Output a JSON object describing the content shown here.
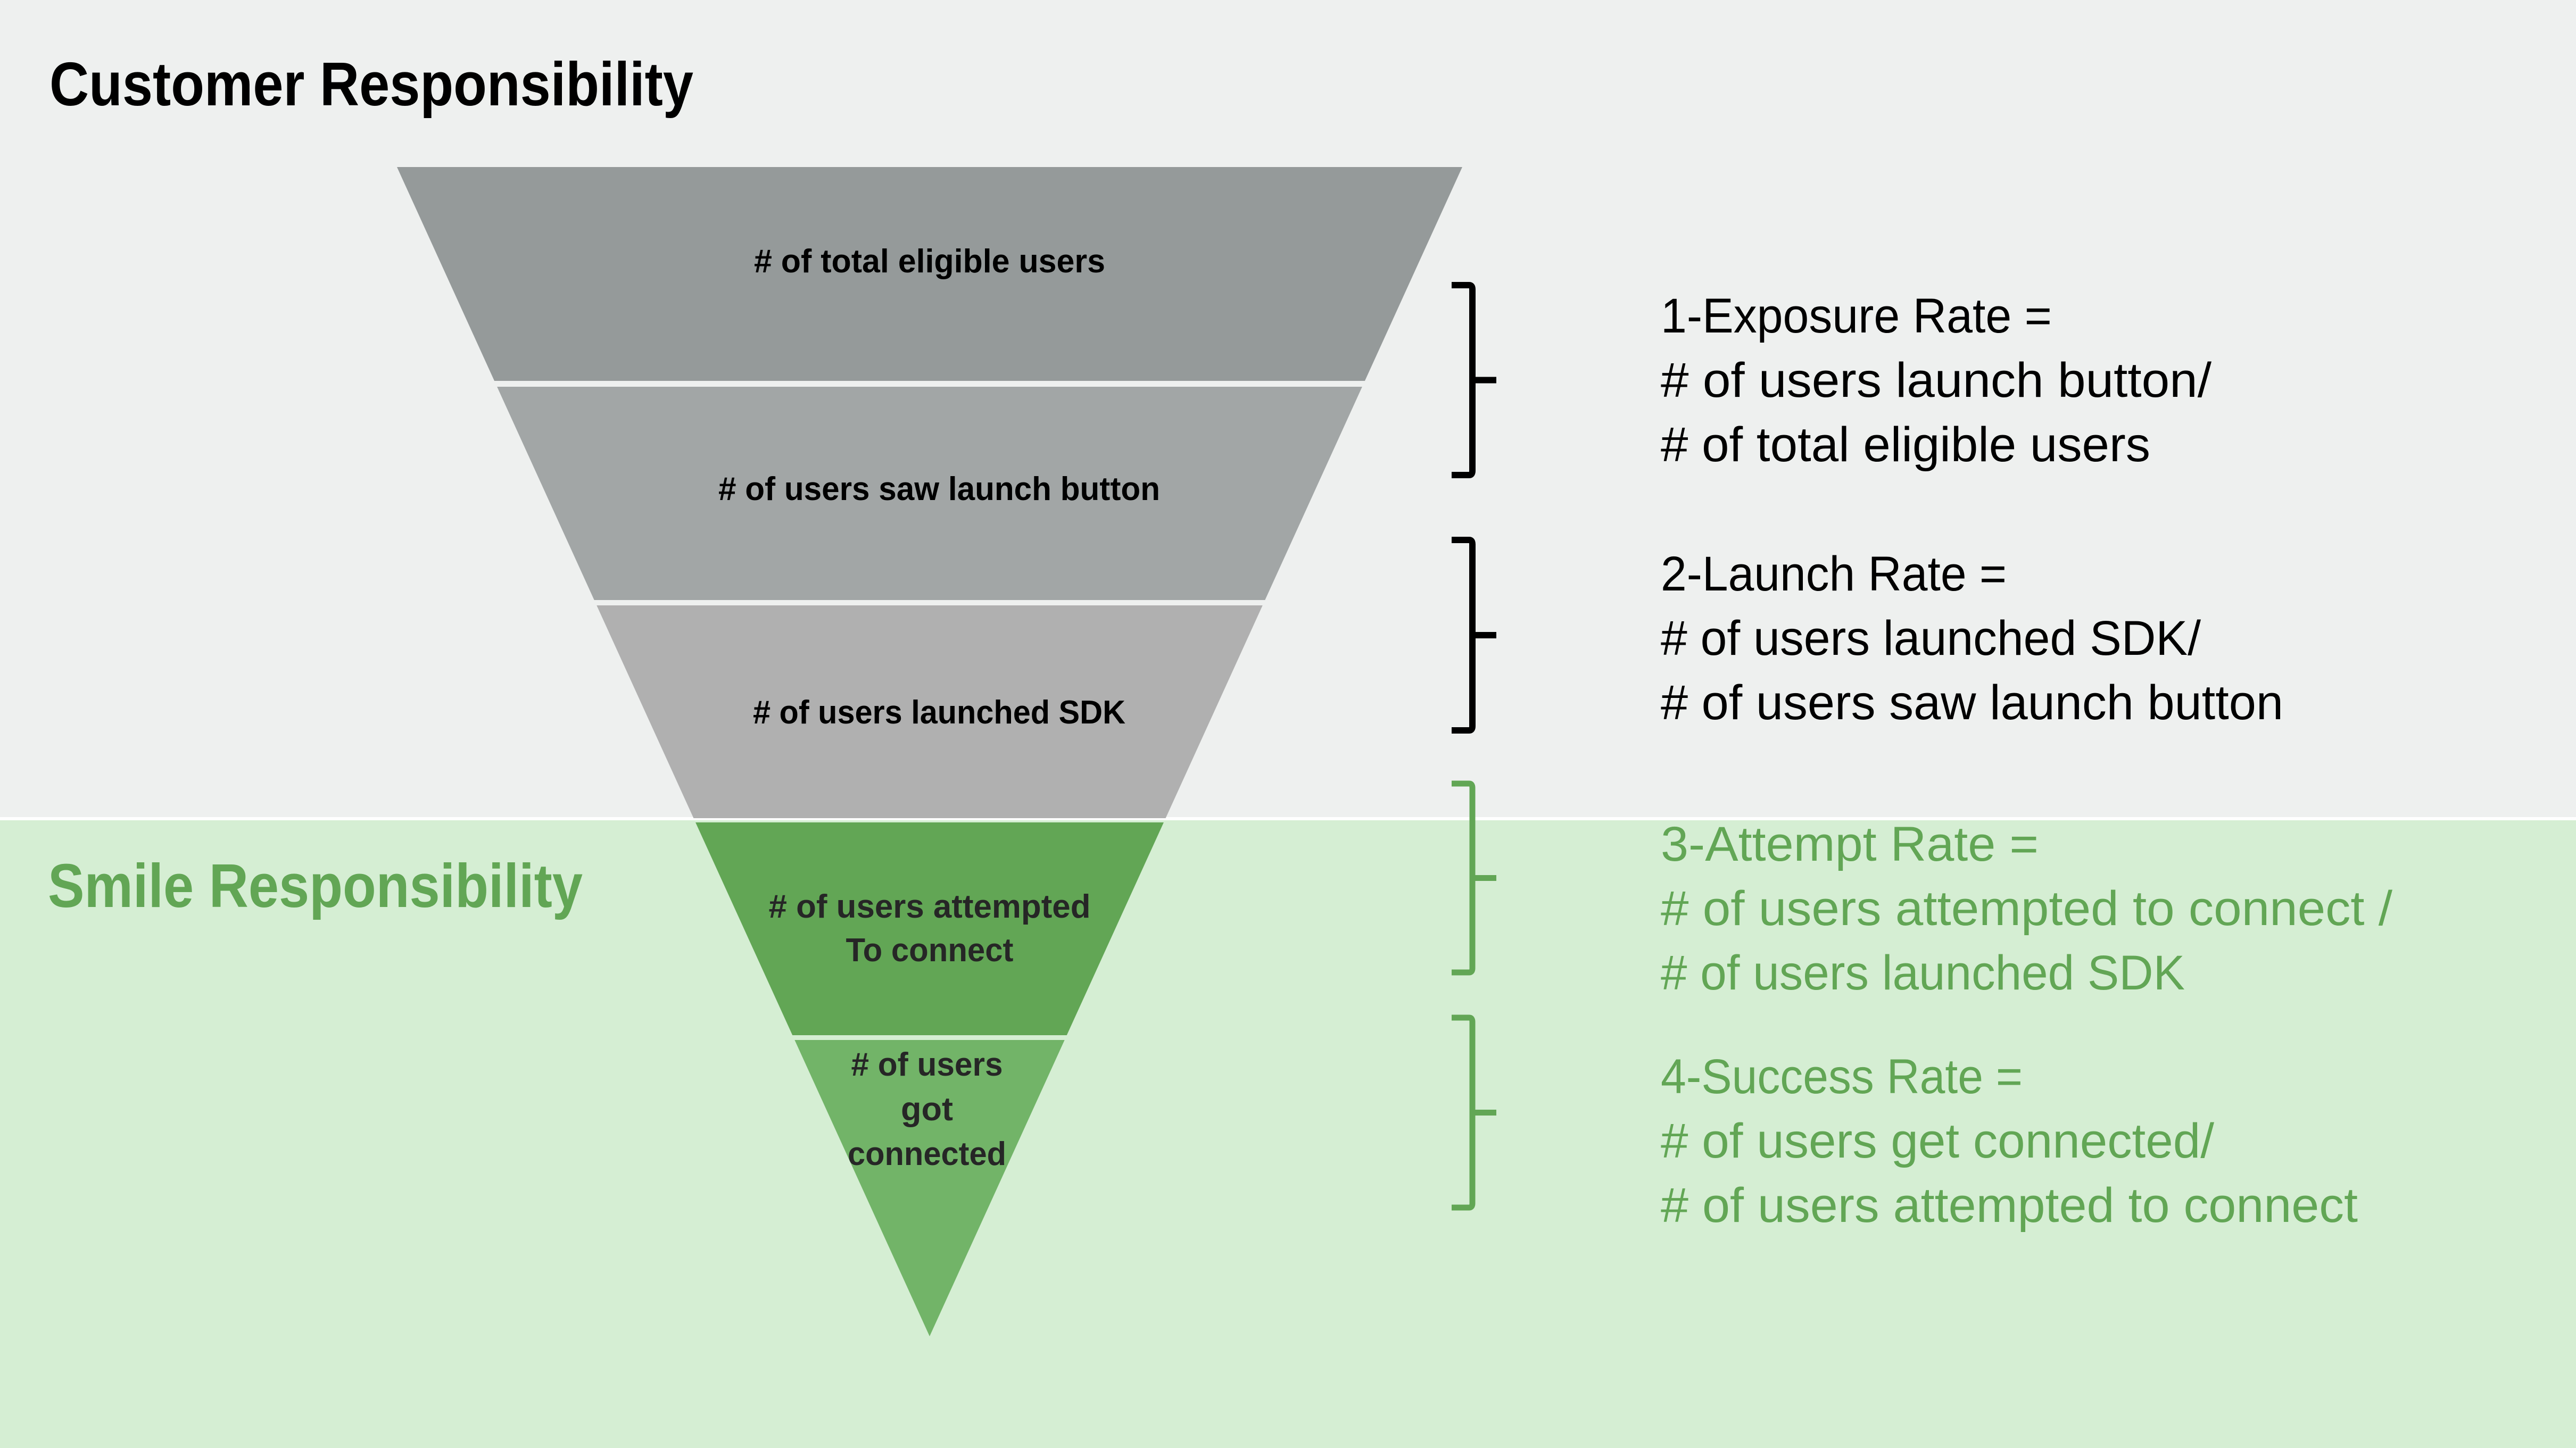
{
  "colors": {
    "top_background": "#eef0ef",
    "bottom_background": "#d5eed3",
    "section_divider": "#ffffff",
    "customer_text": "#000000",
    "smile_text": "#62a655",
    "segment_label_dark": "#000000",
    "segment_label_green": "#262626",
    "bracket_customer": "#000000",
    "bracket_smile": "#62a655"
  },
  "sections": {
    "customer": {
      "title": "Customer Responsibility"
    },
    "smile": {
      "title": "Smile Responsibility"
    }
  },
  "funnel": {
    "stages": [
      {
        "lines": [
          "# of total eligible users"
        ],
        "color": "#959a9a",
        "owner": "customer"
      },
      {
        "lines": [
          "# of users saw launch button"
        ],
        "color": "#a2a6a6",
        "owner": "customer"
      },
      {
        "lines": [
          "# of users launched SDK"
        ],
        "color": "#b0b0b0",
        "owner": "customer"
      },
      {
        "lines": [
          "# of users attempted",
          "To connect"
        ],
        "color": "#62a655",
        "owner": "smile"
      },
      {
        "lines": [
          "# of users",
          "got",
          "connected"
        ],
        "color": "#72b468",
        "owner": "smile"
      }
    ]
  },
  "rates": [
    {
      "lines": [
        "1-Exposure Rate =",
        "# of users launch button/",
        "# of total eligible users"
      ],
      "owner": "customer"
    },
    {
      "lines": [
        "2-Launch Rate =",
        "# of users launched SDK/",
        "# of users saw launch button"
      ],
      "owner": "customer"
    },
    {
      "lines": [
        "3-Attempt Rate =",
        "# of users attempted to connect /",
        "# of users launched SDK"
      ],
      "owner": "smile"
    },
    {
      "lines": [
        "4-Success Rate =",
        "# of users get connected/",
        "# of users attempted to connect"
      ],
      "owner": "smile"
    }
  ]
}
